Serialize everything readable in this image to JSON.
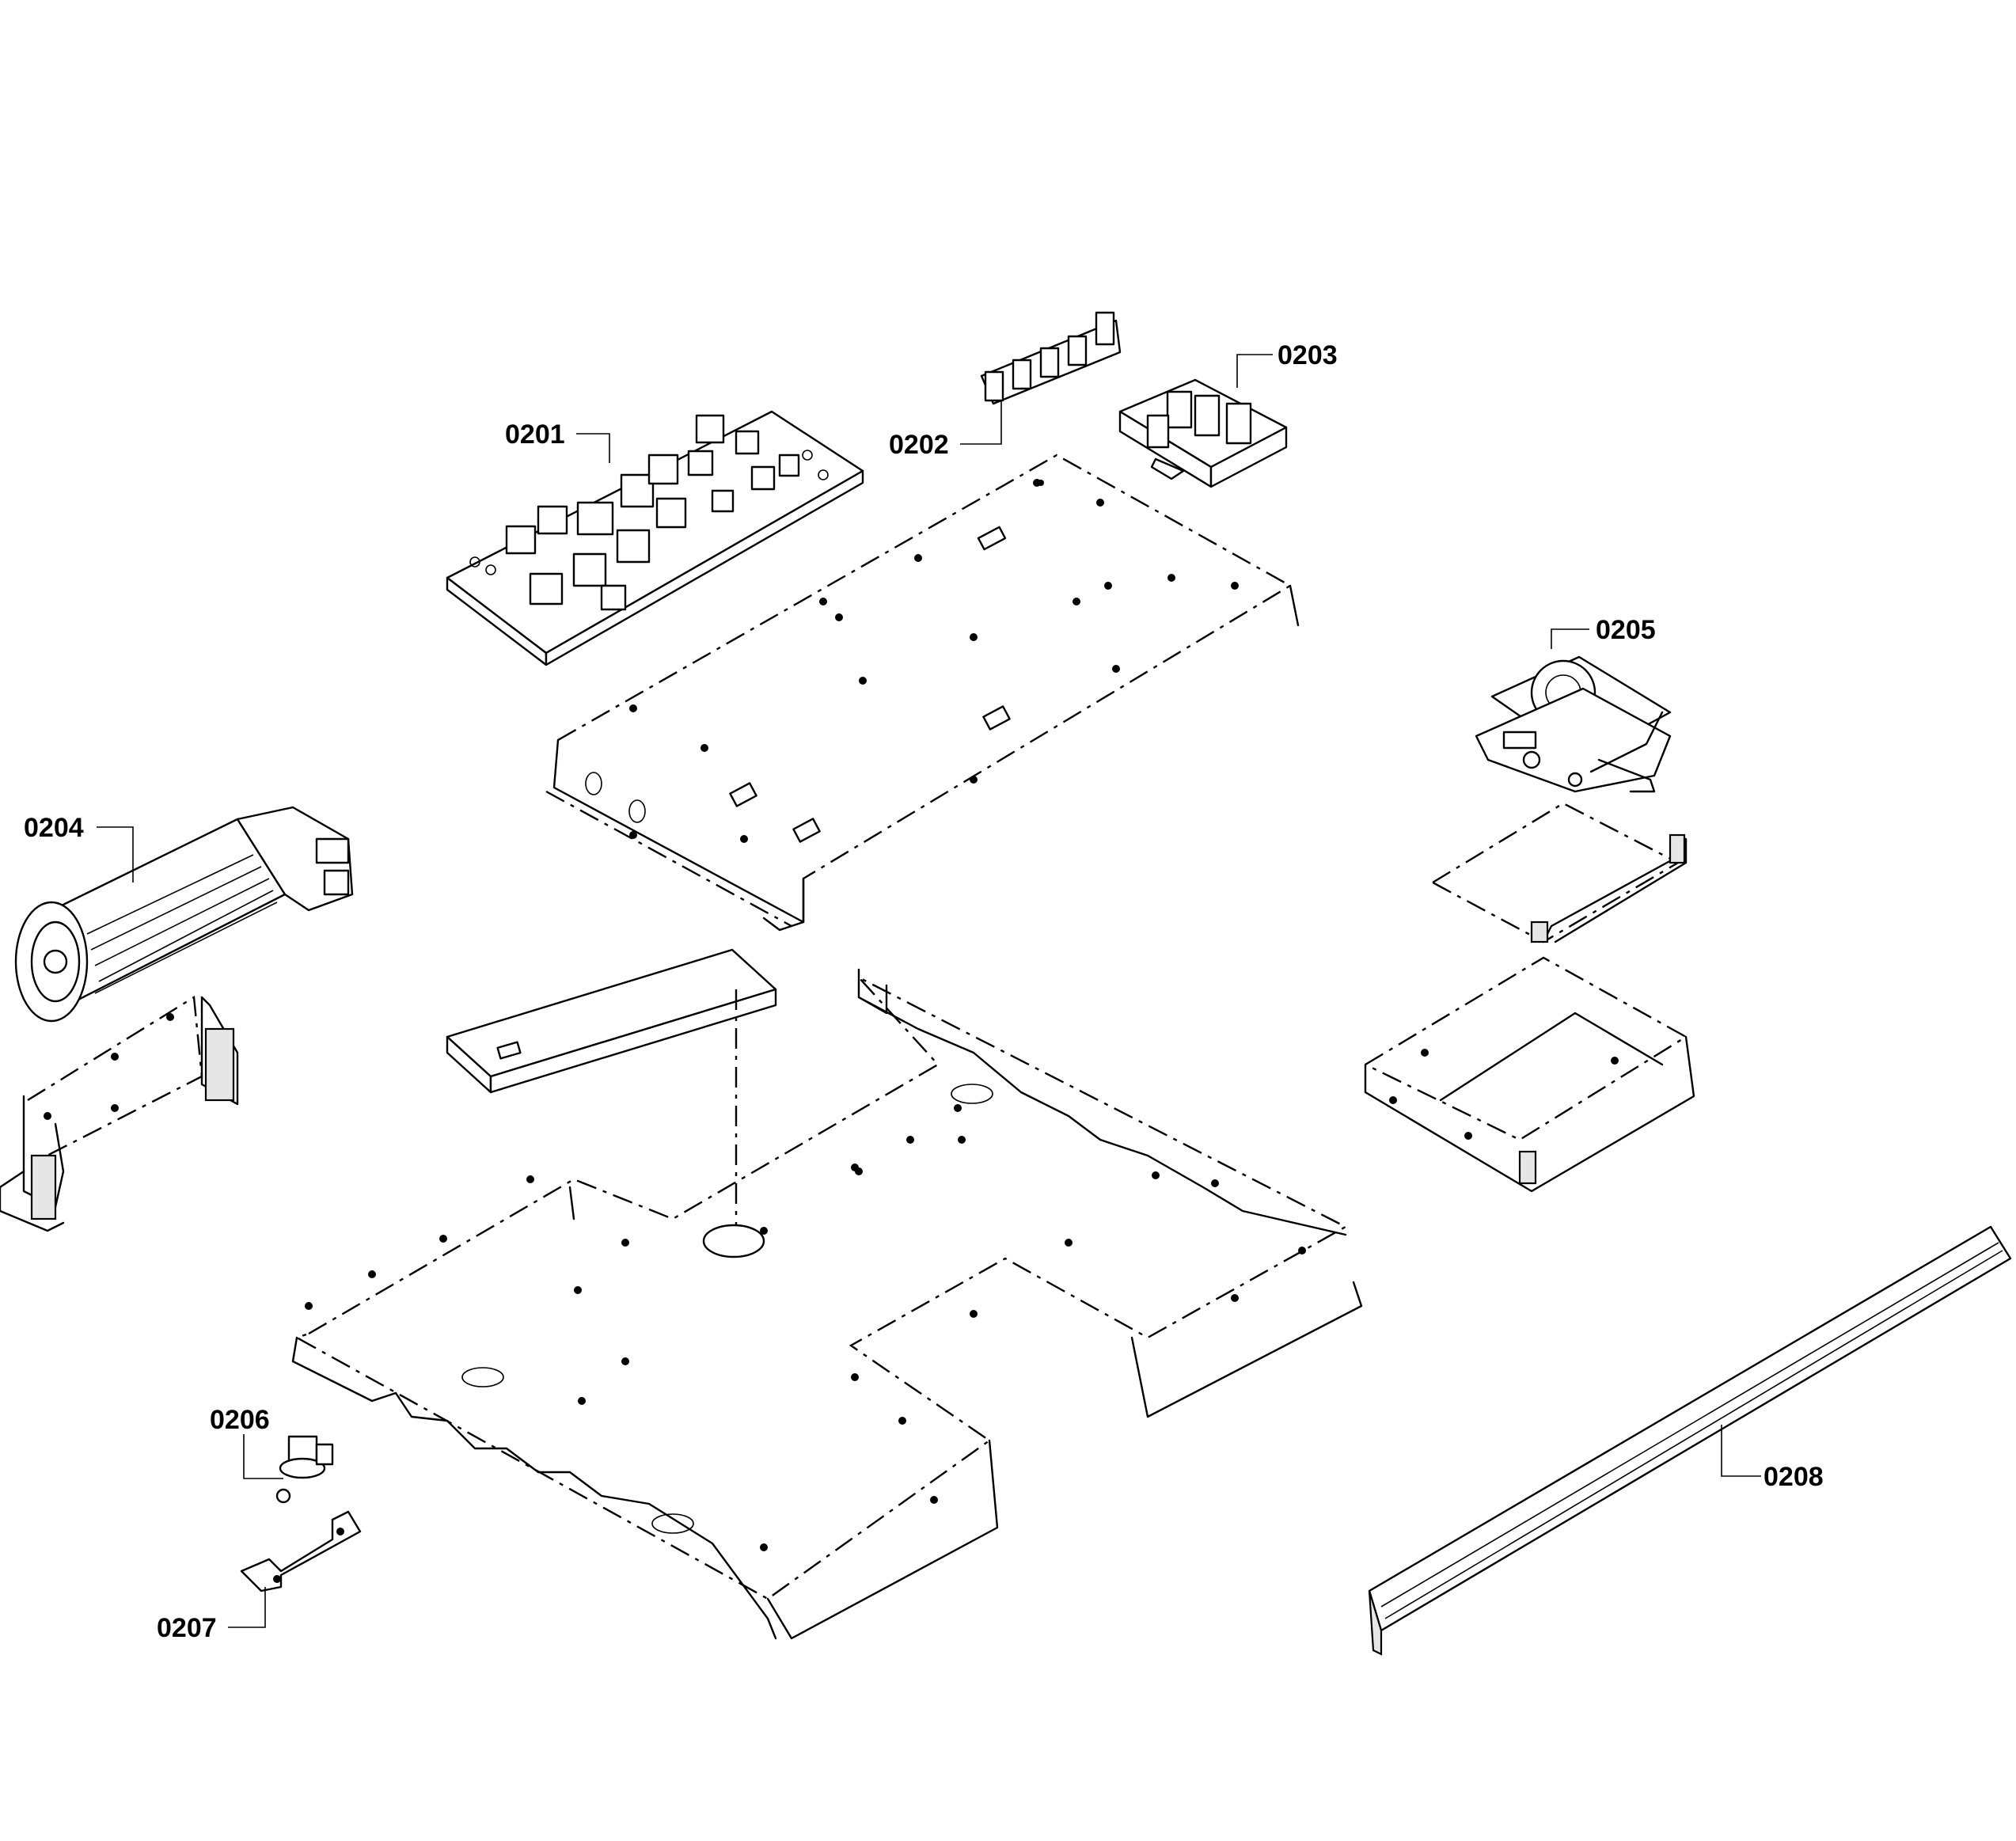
{
  "diagram": {
    "parts": [
      {
        "id": "0201",
        "label": "0201"
      },
      {
        "id": "0202",
        "label": "0202"
      },
      {
        "id": "0203",
        "label": "0203"
      },
      {
        "id": "0204",
        "label": "0204"
      },
      {
        "id": "0205",
        "label": "0205"
      },
      {
        "id": "0206",
        "label": "0206"
      },
      {
        "id": "0207",
        "label": "0207"
      },
      {
        "id": "0208",
        "label": "0208"
      }
    ]
  }
}
